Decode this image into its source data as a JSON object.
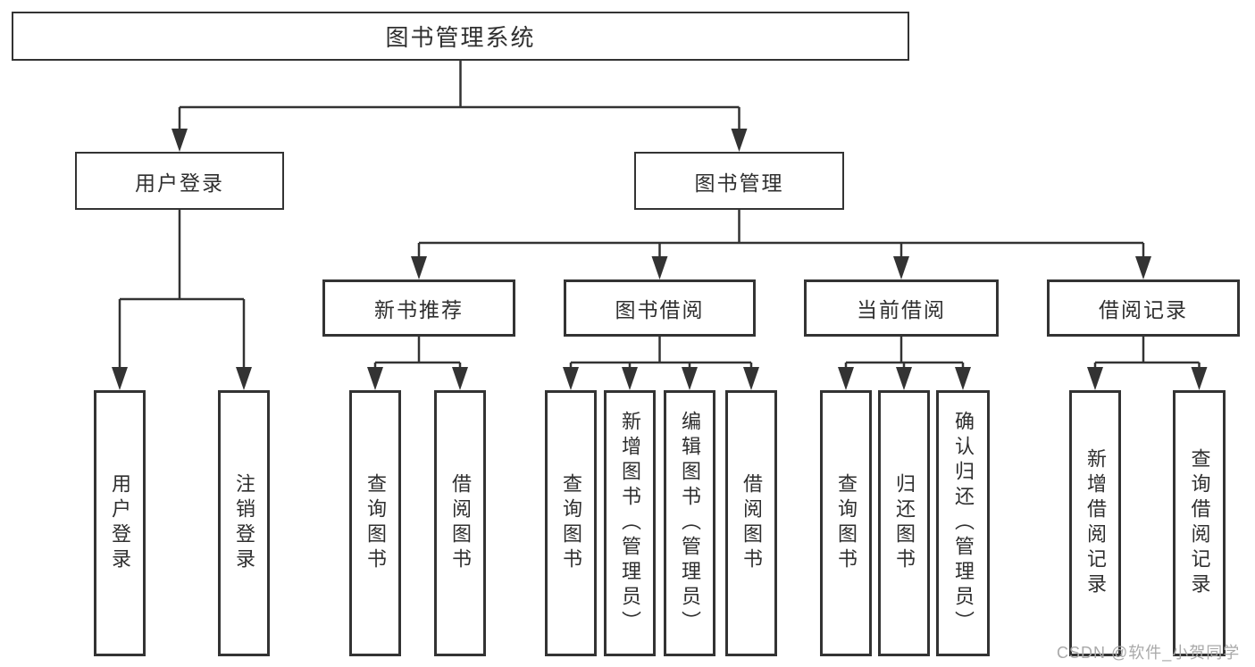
{
  "diagram": {
    "title": "图书管理系统",
    "root": {
      "label": "图书管理系统"
    },
    "level2": [
      {
        "label": "用户登录",
        "parent": "图书管理系统"
      },
      {
        "label": "图书管理",
        "parent": "图书管理系统"
      }
    ],
    "level3": [
      {
        "label": "新书推荐",
        "parent": "图书管理"
      },
      {
        "label": "图书借阅",
        "parent": "图书管理"
      },
      {
        "label": "当前借阅",
        "parent": "图书管理"
      },
      {
        "label": "借阅记录",
        "parent": "图书管理"
      }
    ],
    "leaves": [
      {
        "label": "用户登录",
        "parent": "用户登录"
      },
      {
        "label": "注销登录",
        "parent": "用户登录"
      },
      {
        "label": "查询图书",
        "parent": "新书推荐"
      },
      {
        "label": "借阅图书",
        "parent": "新书推荐"
      },
      {
        "label": "查询图书",
        "parent": "图书借阅"
      },
      {
        "label": "新增图书（管理员）",
        "parent": "图书借阅"
      },
      {
        "label": "编辑图书（管理员）",
        "parent": "图书借阅"
      },
      {
        "label": "借阅图书",
        "parent": "图书借阅"
      },
      {
        "label": "查询图书",
        "parent": "当前借阅"
      },
      {
        "label": "归还图书",
        "parent": "当前借阅"
      },
      {
        "label": "确认归还（管理员）",
        "parent": "当前借阅"
      },
      {
        "label": "新增借阅记录",
        "parent": "借阅记录"
      },
      {
        "label": "查询借阅记录",
        "parent": "借阅记录"
      }
    ]
  },
  "watermark": "CSDN @软件_小贺同学",
  "colors": {
    "line": "#333333",
    "text": "#2f2f2f",
    "box_background": "#ffffff",
    "watermark": "#a9a9a9",
    "background": "#ffffff"
  }
}
